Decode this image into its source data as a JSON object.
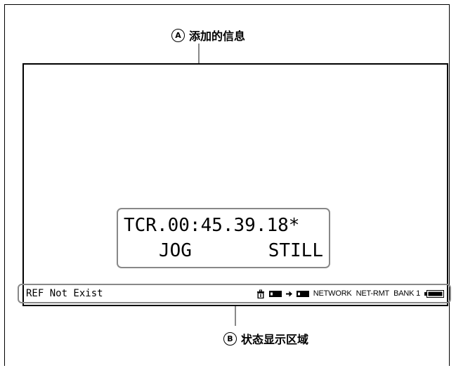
{
  "callouts": {
    "a": {
      "marker": "A",
      "label": "添加的信息"
    },
    "b": {
      "marker": "B",
      "label": "状态显示区域"
    }
  },
  "info_box": {
    "line1": "TCR.00:45.39.18*",
    "mode": "JOG",
    "state": "STILL"
  },
  "status_bar": {
    "reference": "REF Not Exist",
    "network": "NETWORK",
    "remote": "NET-RMT",
    "bank": "BANK 1",
    "icons": [
      "trash-lock-icon",
      "card-icon",
      "arrow-right-icon",
      "card-icon",
      "battery-icon"
    ]
  }
}
